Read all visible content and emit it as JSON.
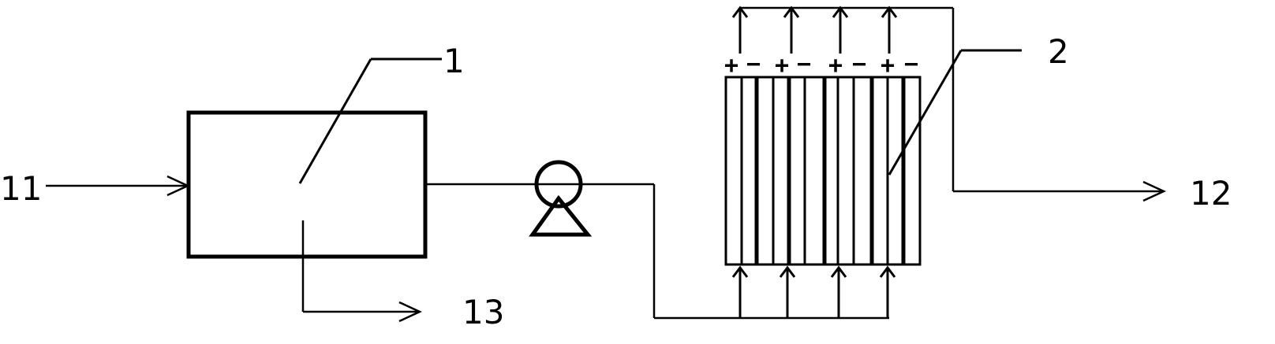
{
  "labels": {
    "inlet": "11",
    "vessel": "1",
    "electrode_stack": "2",
    "outlet": "12",
    "drain": "13"
  },
  "polarity": {
    "plus": "+",
    "minus": "−"
  },
  "colors": {
    "ink": "#000000",
    "background": "#ffffff"
  },
  "icons": {
    "pump": "pump-icon"
  }
}
